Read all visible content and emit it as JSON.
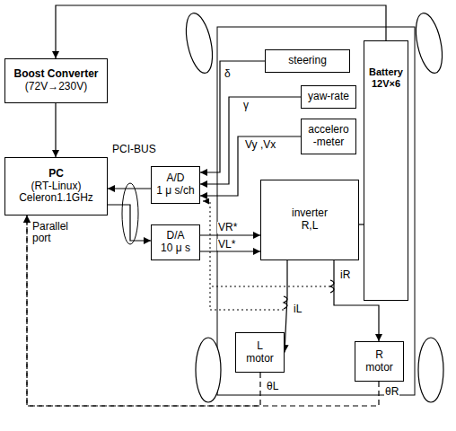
{
  "diagram": {
    "nodes": [
      {
        "text": [
          "Boost Converter",
          "(72V→230V)"
        ]
      },
      {
        "text": [
          "steering"
        ]
      },
      {
        "text": [
          "yaw-rate"
        ]
      },
      {
        "text": [
          "accelero -meter"
        ]
      },
      {
        "text": [
          "Battery",
          "12V×6"
        ]
      },
      {
        "text": [
          "PC",
          "(RT-Linux)",
          "Celeron1.1GHz"
        ]
      },
      {
        "text": [
          "A/D",
          "1 μ s/ch"
        ]
      },
      {
        "text": [
          "inverter",
          "R,L"
        ]
      },
      {
        "text": [
          "D/A",
          "10 μ s"
        ]
      },
      {
        "text": [
          "L motor"
        ]
      },
      {
        "text": [
          "R motor"
        ]
      }
    ],
    "edges": [
      {
        "from": 4,
        "to": 0,
        "arrow": "to"
      },
      {
        "from": 0,
        "to": 5,
        "arrow": "to"
      },
      {
        "from": 1,
        "to": 6,
        "arrow": "to",
        "label": "δ"
      },
      {
        "from": 2,
        "to": 6,
        "arrow": "to",
        "label": "γ"
      },
      {
        "from": 3,
        "to": 6,
        "arrow": "to",
        "label": "Vy ,Vx"
      },
      {
        "from": 6,
        "to": 5,
        "arrow": "to"
      },
      {
        "from": 5,
        "to": 8,
        "arrow": "to"
      },
      {
        "from": 8,
        "to": 7,
        "arrow": "to",
        "label": "VR*"
      },
      {
        "from": 8,
        "to": 7,
        "arrow": "to",
        "label": "VL*"
      },
      {
        "from": 7,
        "to": 4,
        "arrow": "none"
      },
      {
        "from": 7,
        "to": 9,
        "arrow": "to"
      },
      {
        "from": 7,
        "to": 10,
        "arrow": "to"
      },
      {
        "from": 9,
        "to": 5,
        "arrow": "to"
      },
      {
        "from": 10,
        "to": 5,
        "arrow": "to"
      }
    ],
    "labels": [
      "PCI-BUS",
      "Parallel port",
      "iR",
      "iL",
      "θL",
      "θR"
    ]
  }
}
